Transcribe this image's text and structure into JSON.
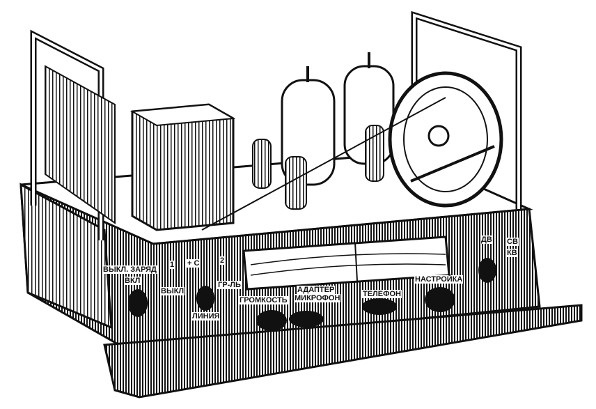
{
  "labels": {
    "off_charge": "ВЫКЛ. ЗАРЯД",
    "on": "ВКЛ",
    "one": "1",
    "plus_c": "+ С",
    "off": "ВЫКЛ",
    "two": "2",
    "gr_l": "ГР-ЛЬ",
    "line": "ЛИНИЯ",
    "volume": "ГРОМКОСТЬ",
    "adapter": "АДАПТЕР",
    "microphone": "МИКРОФОН",
    "phone": "ТЕЛЕФОН",
    "tuning": "НАСТРОЙКА",
    "dv": "ДВ",
    "sv": "СВ",
    "kv": "КВ"
  },
  "colors": {
    "ink": "#111111",
    "paper": "#ffffff"
  }
}
